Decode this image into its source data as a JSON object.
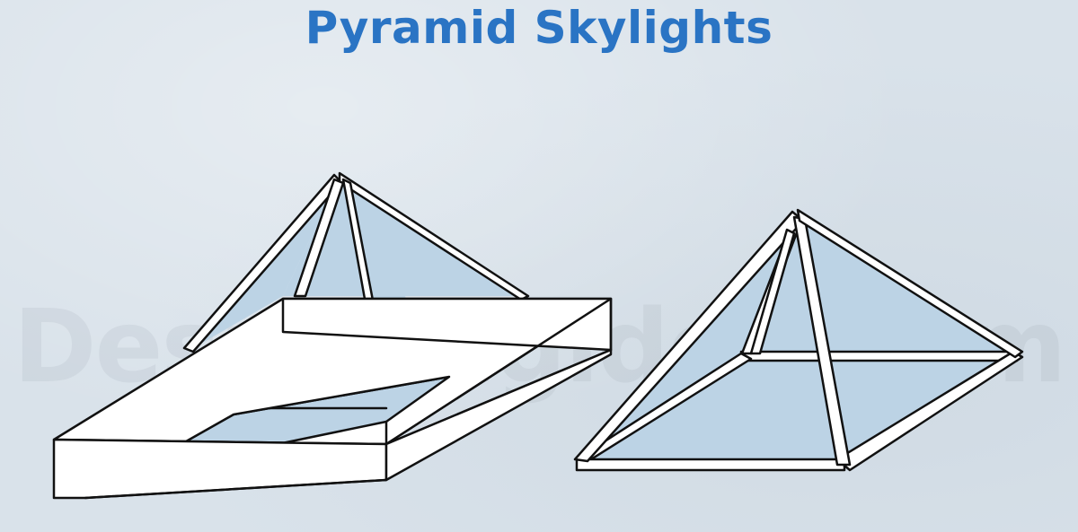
{
  "title": "Pyramid Skylights",
  "watermark": "Designingidea.com",
  "colors": {
    "title": "#2a74c4",
    "background": "#d9e2ea",
    "glass": "#bcd3e5",
    "frame": "#ffffff",
    "outline": "#111111"
  },
  "illustrations": [
    {
      "name": "pyramid-skylight-on-curb",
      "icon": "pyramid-skylight-curb-icon"
    },
    {
      "name": "pyramid-skylight-frame",
      "icon": "pyramid-skylight-icon"
    }
  ]
}
